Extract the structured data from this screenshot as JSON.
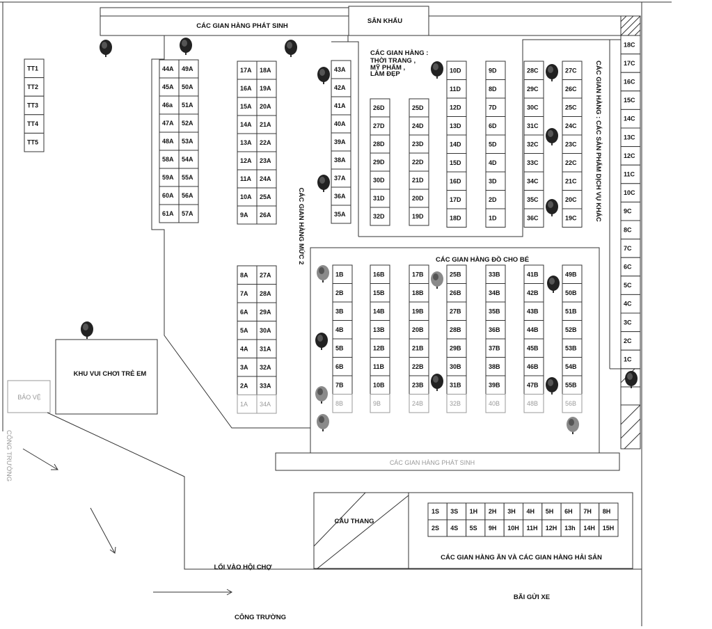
{
  "labels": {
    "phat_sinh_top": "CÁC GIAN HÀNG PHÁT SINH",
    "san_khau": "SÂN KHẤU",
    "thoi_trang_1": "CÁC GIAN HÀNG :",
    "thoi_trang_2": "THỜI TRANG ,",
    "thoi_trang_3": "MỸ PHẨM ,",
    "thoi_trang_4": "LÀM ĐẸP",
    "dich_vu_khac": "CÁC GIAN HÀNG : CÁC SẢN PHẨM DỊCH VỤ KHÁC",
    "muc_2": "CÁC GIAN HÀNG MỨC 2",
    "do_cho_be": "CÁC GIAN HÀNG ĐỒ CHO BÉ",
    "khu_vui_choi": "KHU VUI CHƠI TRẺ EM",
    "bao_ve": "BẢO VỆ",
    "cong_truong_left": "CÔNG TRƯỜNG",
    "phat_sinh_bottom": "CÁC GIAN HÀNG PHÁT SINH",
    "cau_thang": "CẦU THANG",
    "an_hai_san": "CÁC GIAN HÀNG ĂN VÀ CÁC GIAN HÀNG HẢI SẢN",
    "loi_vao": "LỐI VÀO HỘI CHỢ",
    "bai_gui_xe": "BÃI GỬI XE",
    "cong_truong_bottom": "CÔNG TRƯỜNG"
  },
  "booth_groups": {
    "tt": [
      "TT1",
      "TT2",
      "TT3",
      "TT4",
      "TT5"
    ],
    "a_left": [
      "44A",
      "45A",
      "46a",
      "47A",
      "48A",
      "58A",
      "59A",
      "60A",
      "61A"
    ],
    "a_right": [
      "49A",
      "50A",
      "51A",
      "52A",
      "53A",
      "54A",
      "55A",
      "56A",
      "57A"
    ],
    "a_mid_left": [
      "17A",
      "16A",
      "15A",
      "14A",
      "13A",
      "12A",
      "11A",
      "10A",
      "9A"
    ],
    "a_mid_right": [
      "18A",
      "19A",
      "20A",
      "21A",
      "22A",
      "23A",
      "24A",
      "25A",
      "26A"
    ],
    "a_col3": [
      "43A",
      "42A",
      "41A",
      "40A",
      "39A",
      "38A",
      "37A",
      "36A",
      "35A"
    ],
    "a_low_left": [
      "8A",
      "7A",
      "6A",
      "5A",
      "4A",
      "3A",
      "2A",
      "1A"
    ],
    "a_low_right": [
      "27A",
      "28A",
      "29A",
      "30A",
      "31A",
      "32A",
      "33A",
      "34A"
    ],
    "d_col1": [
      "26D",
      "27D",
      "28D",
      "29D",
      "30D",
      "31D",
      "32D"
    ],
    "d_col2": [
      "25D",
      "24D",
      "23D",
      "22D",
      "21D",
      "20D",
      "19D"
    ],
    "d_col3": [
      "10D",
      "11D",
      "12D",
      "13D",
      "14D",
      "15D",
      "16D",
      "17D",
      "18D"
    ],
    "d_col4": [
      "9D",
      "8D",
      "7D",
      "6D",
      "5D",
      "4D",
      "3D",
      "2D",
      "1D"
    ],
    "c_col1": [
      "28C",
      "29C",
      "30C",
      "31C",
      "32C",
      "33C",
      "34C",
      "35C",
      "36C"
    ],
    "c_col2": [
      "27C",
      "26C",
      "25C",
      "24C",
      "23C",
      "22C",
      "21C",
      "20C",
      "19C"
    ],
    "c_right": [
      "18C",
      "17C",
      "16C",
      "15C",
      "14C",
      "13C",
      "12C",
      "11C",
      "10C",
      "9C",
      "8C",
      "7C",
      "6C",
      "5C",
      "4C",
      "3C",
      "2C",
      "1C"
    ],
    "b_col1": [
      "1B",
      "2B",
      "3B",
      "4B",
      "5B",
      "6B",
      "7B",
      "8B"
    ],
    "b_col2": [
      "16B",
      "15B",
      "14B",
      "13B",
      "12B",
      "11B",
      "10B",
      "9B"
    ],
    "b_col3": [
      "17B",
      "18B",
      "19B",
      "20B",
      "21B",
      "22B",
      "23B",
      "24B"
    ],
    "b_col4": [
      "25B",
      "26B",
      "27B",
      "28B",
      "29B",
      "30B",
      "31B",
      "32B"
    ],
    "b_col5": [
      "33B",
      "34B",
      "35B",
      "36B",
      "37B",
      "38B",
      "39B",
      "40B"
    ],
    "b_col6": [
      "41B",
      "42B",
      "43B",
      "44B",
      "45B",
      "46B",
      "47B",
      "48B"
    ],
    "b_col7": [
      "49B",
      "50B",
      "51B",
      "52B",
      "53B",
      "54B",
      "55B",
      "56B"
    ],
    "food_row1": [
      "1S",
      "3S",
      "1H",
      "2H",
      "3H",
      "4H",
      "5H",
      "6H",
      "7H",
      "8H"
    ],
    "food_row2": [
      "2S",
      "4S",
      "5S",
      "9H",
      "10H",
      "11H",
      "12H",
      "13h",
      "14H",
      "15H"
    ]
  }
}
